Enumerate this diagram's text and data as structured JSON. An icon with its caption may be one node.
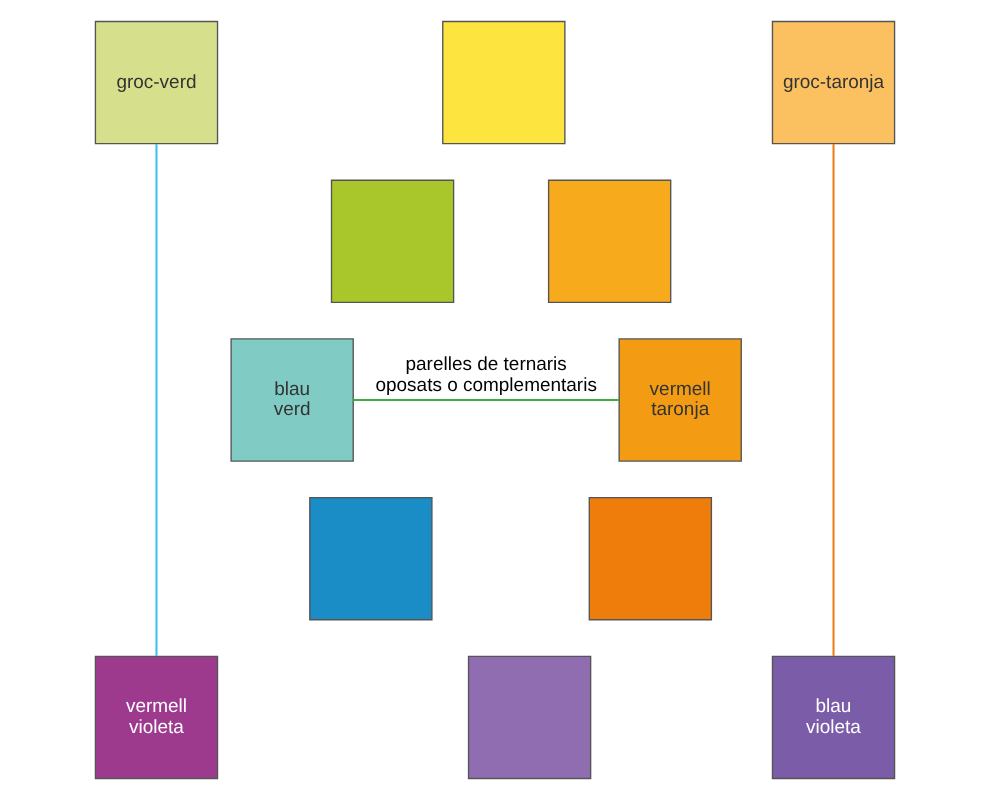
{
  "diagram": {
    "nodes": [
      {
        "text": [
          "groc-verd"
        ]
      },
      {
        "text": [],
        "shape": "box"
      },
      {
        "text": [
          "groc-taronja"
        ]
      },
      {
        "text": [],
        "shape": "box"
      },
      {
        "text": [],
        "shape": "box"
      },
      {
        "text": [
          "blau verd"
        ]
      },
      {
        "text": [
          "vermell taronja"
        ]
      },
      {
        "text": [],
        "shape": "box"
      },
      {
        "text": [],
        "shape": "box"
      },
      {
        "text": [
          "blau violeta"
        ]
      },
      {
        "text": [],
        "shape": "box"
      },
      {
        "text": [
          "vermell violeta"
        ]
      }
    ],
    "edges": [
      {
        "from": 0,
        "to": 11,
        "arrow": "none",
        "color": "#3fc0e8"
      },
      {
        "from": 2,
        "to": 9,
        "arrow": "none",
        "color": "#f07d14"
      },
      {
        "from": 5,
        "to": 6,
        "arrow": "none",
        "color": "#3cae3c",
        "label": "parelles de ternaris oposats o complementaris"
      }
    ]
  }
}
